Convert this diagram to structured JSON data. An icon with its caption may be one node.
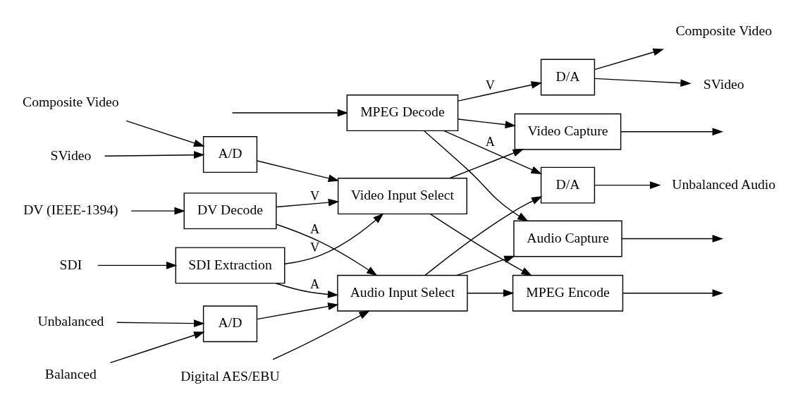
{
  "diagram": {
    "nodes": [
      {
        "text": [
          "Unbalanced Audio"
        ]
      },
      {
        "text": [
          "D/A"
        ]
      },
      {
        "text": [
          "MPEG Decode"
        ]
      },
      {
        "text": [
          "Composite Video"
        ]
      },
      {
        "text": [
          "D/A"
        ]
      },
      {
        "text": [
          "SVideo"
        ]
      },
      {
        "text": [
          "Composite Video"
        ]
      },
      {
        "text": [
          "A/D"
        ]
      },
      {
        "text": [
          "SVideo"
        ]
      },
      {
        "text": [
          "Video Input Select"
        ]
      },
      {
        "text": [
          "Video Capture"
        ]
      },
      {
        "text": [
          "SDI"
        ]
      },
      {
        "text": [
          "SDI Extraction"
        ]
      },
      {
        "text": [
          "Audio Capture"
        ]
      },
      {
        "text": [
          "DV (IEEE-1394)"
        ]
      },
      {
        "text": [
          "DV Decode"
        ]
      },
      {
        "text": [
          "Unbalanced"
        ]
      },
      {
        "text": [
          "A/D"
        ]
      },
      {
        "text": [
          "Balanced"
        ]
      },
      {
        "text": [
          "Audio Input Select"
        ]
      },
      {
        "text": [
          "MPEG Encode"
        ]
      },
      {
        "text": [
          "Digital AES/EBU"
        ]
      }
    ],
    "edges": [
      {
        "from": 2,
        "to": 1,
        "arrow": "to",
        "label": "A"
      },
      {
        "from": 2,
        "to": 13,
        "arrow": "to"
      },
      {
        "from": 2,
        "to": 4,
        "arrow": "to",
        "label": "V"
      },
      {
        "from": 2,
        "to": 10,
        "arrow": "to"
      },
      {
        "from": 1,
        "to": 0,
        "arrow": "to"
      },
      {
        "from": 4,
        "to": 3,
        "arrow": "to"
      },
      {
        "from": 4,
        "to": 5,
        "arrow": "to"
      },
      {
        "from": null,
        "to": 2,
        "arrow": "to"
      },
      {
        "from": 6,
        "to": 7,
        "arrow": "to"
      },
      {
        "from": 8,
        "to": 7,
        "arrow": "to"
      },
      {
        "from": 7,
        "to": 9,
        "arrow": "to"
      },
      {
        "from": 11,
        "to": 12,
        "arrow": "to"
      },
      {
        "from": 12,
        "to": 9,
        "arrow": "to",
        "label": "V"
      },
      {
        "from": 12,
        "to": 19,
        "arrow": "to",
        "label": "A"
      },
      {
        "from": 14,
        "to": 15,
        "arrow": "to"
      },
      {
        "from": 15,
        "to": 9,
        "arrow": "to",
        "label": "V"
      },
      {
        "from": 15,
        "to": 19,
        "arrow": "to",
        "label": "A"
      },
      {
        "from": 16,
        "to": 17,
        "arrow": "to"
      },
      {
        "from": 18,
        "to": 17,
        "arrow": "to"
      },
      {
        "from": 17,
        "to": 19,
        "arrow": "to"
      },
      {
        "from": 21,
        "to": 19,
        "arrow": "to"
      },
      {
        "from": 9,
        "to": 10,
        "arrow": "to"
      },
      {
        "from": 9,
        "to": 20,
        "arrow": "to"
      },
      {
        "from": 19,
        "to": 1,
        "arrow": "to"
      },
      {
        "from": 19,
        "to": 13,
        "arrow": "to"
      },
      {
        "from": 19,
        "to": 20,
        "arrow": "to"
      },
      {
        "from": 10,
        "to": null,
        "arrow": "to"
      },
      {
        "from": 13,
        "to": null,
        "arrow": "to"
      },
      {
        "from": 20,
        "to": null,
        "arrow": "to"
      }
    ]
  }
}
